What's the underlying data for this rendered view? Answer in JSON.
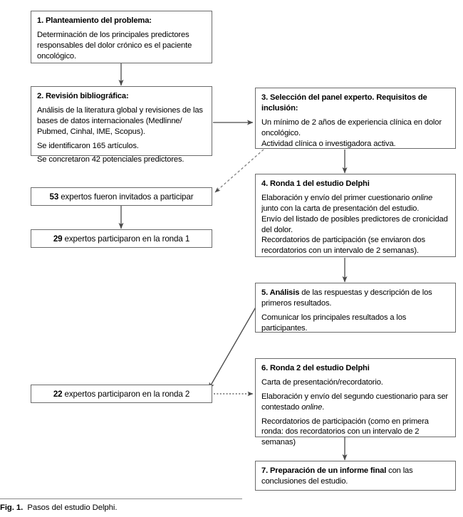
{
  "figure": {
    "caption_label": "Fig. 1.",
    "caption_text": "Pasos del estudio Delphi."
  },
  "boxes": {
    "b1": {
      "title": "1.  Planteamiento del problema:",
      "body1": "Determinación de los principales predictores responsables del dolor crónico es el paciente oncológico."
    },
    "b2": {
      "title": "2.  Revisión bibliográfica:",
      "body1": "Análisis de la literatura global y revisiones de las bases de datos internacionales (Medlinne/ Pubmed, Cinhal, IME, Scopus).",
      "body2": "Se identificaron 165 artículos.",
      "body3": "Se concretaron 42 potenciales predictores."
    },
    "b3": {
      "title": "3.  Selección del panel experto. Requisitos de inclusión:",
      "body1": "Un mínimo de 2 años de experiencia clínica en dolor oncológico.",
      "body2": "Actividad clínica o investigadora activa."
    },
    "b4": {
      "title": "4.  Ronda 1 del estudio Delphi",
      "body1_pre": "Elaboración y envío del primer cuestionario ",
      "body1_ital": "online",
      "body1_post": " junto con la carta de presentación del estudio.",
      "body2": "Envío del listado de posibles predictores de cronicidad del dolor.",
      "body3": "Recordatorios de participación (se enviaron dos recordatorios con un intervalo de 2 semanas)."
    },
    "b5": {
      "title_bold": "5.  Análisis",
      "title_rest": " de las respuestas y descripción de los primeros resultados.",
      "body1": "Comunicar los principales resultados a los participantes."
    },
    "b6": {
      "title": "6.  Ronda 2 del estudio Delphi",
      "body1": "Carta de presentación/recordatorio.",
      "body2_pre": "Elaboración y envío del segundo cuestionario para ser contestado ",
      "body2_ital": "online",
      "body2_post": ".",
      "body3": "Recordatorios de participación (como en primera ronda: dos recordatorios con un intervalo de 2 semanas)"
    },
    "b7": {
      "title_bold": "7.  Preparación de un informe final",
      "title_rest": " con las conclusiones del estudio."
    }
  },
  "counts": {
    "invited": {
      "number": "53",
      "label": "expertos fueron invitados a participar"
    },
    "round1": {
      "number": "29",
      "label": "expertos participaron en la ronda 1"
    },
    "round2": {
      "number": "22",
      "label": "expertos participaron en la ronda 2"
    }
  },
  "colors": {
    "box_border": "#6b6b6b",
    "connector": "#4a4a4a",
    "text": "#000000",
    "background": "#ffffff"
  },
  "connectors": [
    {
      "name": "b1-to-b2",
      "style": "solid",
      "direction": "vertical-down"
    },
    {
      "name": "b2-to-b3",
      "style": "solid",
      "direction": "horizontal-right"
    },
    {
      "name": "b3-to-invited",
      "style": "dashed",
      "direction": "diagonal-down-left"
    },
    {
      "name": "b3-to-b4",
      "style": "solid",
      "direction": "vertical-down"
    },
    {
      "name": "invited-to-round1",
      "style": "solid",
      "direction": "vertical-down"
    },
    {
      "name": "b4-to-b5",
      "style": "solid",
      "direction": "vertical-down"
    },
    {
      "name": "b5-to-round2",
      "style": "solid",
      "direction": "diagonal-down-left"
    },
    {
      "name": "round2-to-b6",
      "style": "dotted",
      "direction": "horizontal-right"
    },
    {
      "name": "b6-to-b7",
      "style": "solid",
      "direction": "vertical-down"
    }
  ]
}
